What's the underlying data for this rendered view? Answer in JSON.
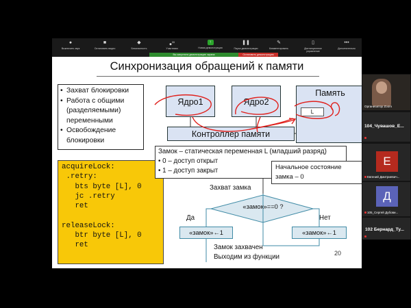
{
  "toolbar": {
    "items": [
      {
        "label": "Выключить звук"
      },
      {
        "label": "Остановить видео"
      },
      {
        "label": "Безопасность"
      },
      {
        "label": "Участники",
        "count": "55"
      },
      {
        "label": "Новая демонстрация"
      },
      {
        "label": "Пауза демонстрации"
      },
      {
        "label": "Комментировать"
      },
      {
        "label": "Дистанционное управление"
      },
      {
        "label": "Дополнительно"
      }
    ]
  },
  "share_bar": {
    "status": "Вы запустили демонстрацию экрана",
    "stop": "Остановить демонстрацию"
  },
  "slide": {
    "title": "Синхронизация обращений к памяти",
    "bullets": [
      {
        "lines": [
          "Захват блокировки"
        ]
      },
      {
        "lines": [
          "Работа с общими",
          "(разделяемыми)",
          "переменными"
        ]
      },
      {
        "lines": [
          "Освобождение",
          "блокировки"
        ]
      }
    ],
    "code": "acquireLock:\n .retry:\n   bts byte [L], 0\n   jc .retry\n   ret\n\nreleaseLock:\n   btr byte [L], 0\n   ret",
    "diagram": {
      "core1": "Ядро1",
      "core2": "Ядро2",
      "memory": "Память",
      "cell": "L",
      "controller": "Контроллер памяти"
    },
    "lock_info": {
      "title": "Замок – статическая переменная L (младший разряд)",
      "open": "0 – доступ открыт",
      "closed": "1 – доступ закрыт"
    },
    "initial_state": {
      "line1": "Начальное состояние",
      "line2": "замка – 0"
    },
    "flow": {
      "start": "Захват замка",
      "condition": "«замок»==0  ?",
      "yes": "Да",
      "no": "Нет",
      "left_op": "«замок»←1",
      "right_op": "«замок»←1",
      "result_line1": "Замок захвачен",
      "result_line2": "Выходим из функции"
    },
    "page_number": "20"
  },
  "participants": [
    {
      "name": "Организатор Zoom",
      "type": "video"
    },
    {
      "name": "104_Чувашов_Е...",
      "type": "name"
    },
    {
      "name": "Евгений Дмитриевич...",
      "initial": "Е",
      "color": "#b52a1e"
    },
    {
      "name": "105_Сергей Дубови...",
      "initial": "Д",
      "color": "#5b63b8"
    },
    {
      "name": "102 Бернард_Ту...",
      "type": "name"
    }
  ],
  "colors": {
    "code_bg": "#f8c808",
    "box_fill": "#dae3f3",
    "flow_fill": "#dae8f0",
    "annotation": "#e0201c",
    "share_green": "#2e8b2e",
    "stop_red": "#c7302a"
  }
}
